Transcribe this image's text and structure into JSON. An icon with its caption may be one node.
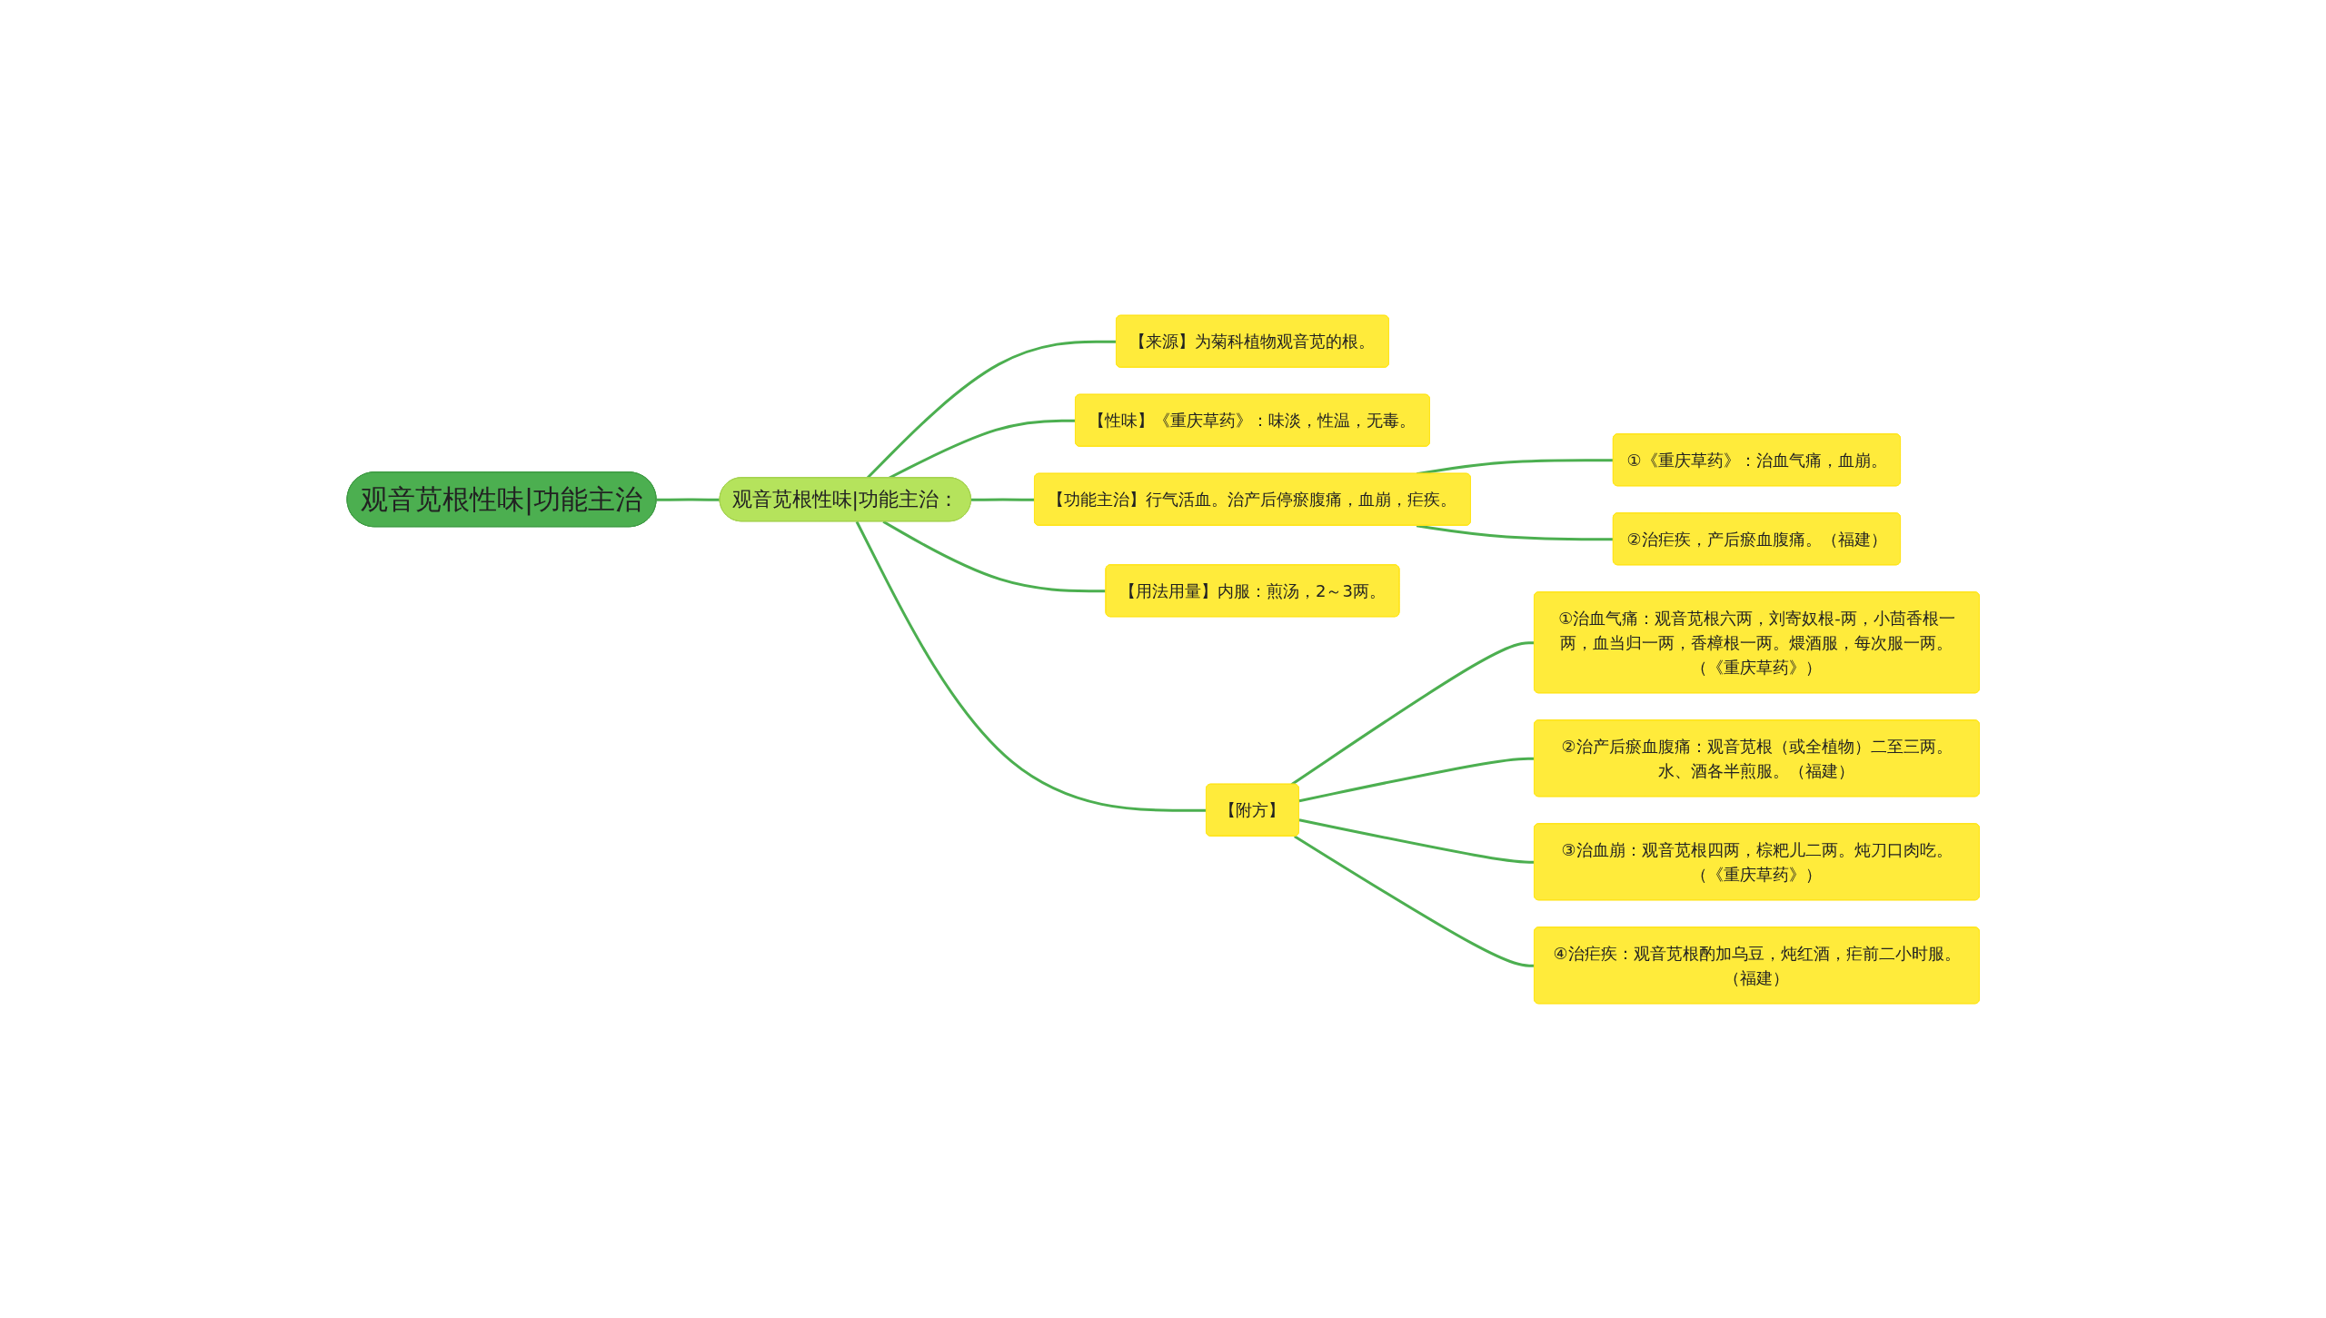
{
  "diagram": {
    "nodes": [
      {
        "text": [
          "观音苋根性味|功能主治"
        ]
      },
      {
        "text": [
          "观音苋根性味|功能主治："
        ]
      },
      {
        "text": [
          "【来源】为菊科植物观音苋的根。"
        ]
      },
      {
        "text": [
          "【性味】《重庆草药》：味淡，性温，无毒。"
        ]
      },
      {
        "text": [
          "【功能主治】行气活血。治产后停瘀腹痛，血崩，疟疾。"
        ]
      },
      {
        "text": [
          "①《重庆草药》：治血气痛，血崩。"
        ]
      },
      {
        "text": [
          "②治疟疾，产后瘀血腹痛。（福建）"
        ]
      },
      {
        "text": [
          "【用法用量】内服：煎汤，2～3两。"
        ]
      },
      {
        "text": [
          "【附方】"
        ]
      },
      {
        "text": [
          "①治血气痛：观音苋根六两，刘寄奴根-两，小茴香根一两，血当归一两，香樟根一两。煨酒服，每次服一两。（《重庆草药》）"
        ]
      },
      {
        "text": [
          "②治产后瘀血腹痛：观音苋根（或全植物）二至三两。水、酒各半煎服。（福建）"
        ]
      },
      {
        "text": [
          "③治血崩：观音苋根四两，棕粑儿二两。炖刀口肉吃。（《重庆草药》）"
        ]
      },
      {
        "text": [
          "④治疟疾：观音苋根酌加乌豆，炖红酒，疟前二小时服。（福建）"
        ]
      }
    ],
    "edges": [
      {
        "from": 0,
        "to": 1,
        "arrow": "none"
      },
      {
        "from": 1,
        "to": 2,
        "arrow": "none"
      },
      {
        "from": 1,
        "to": 3,
        "arrow": "none"
      },
      {
        "from": 1,
        "to": 4,
        "arrow": "none"
      },
      {
        "from": 4,
        "to": 5,
        "arrow": "none"
      },
      {
        "from": 4,
        "to": 6,
        "arrow": "none"
      },
      {
        "from": 1,
        "to": 7,
        "arrow": "none"
      },
      {
        "from": 1,
        "to": 8,
        "arrow": "none"
      },
      {
        "from": 8,
        "to": 9,
        "arrow": "none"
      },
      {
        "from": 8,
        "to": 10,
        "arrow": "none"
      },
      {
        "from": 8,
        "to": 11,
        "arrow": "none"
      },
      {
        "from": 8,
        "to": 12,
        "arrow": "none"
      }
    ]
  }
}
